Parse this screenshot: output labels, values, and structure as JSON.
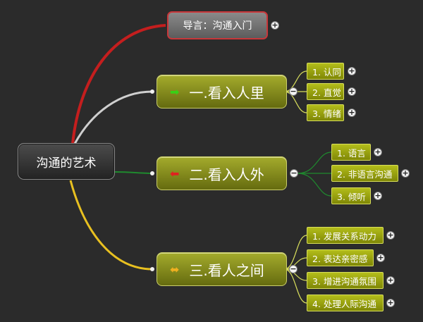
{
  "root": {
    "label": "沟通的艺术"
  },
  "intro": {
    "label": "导言：沟通入门",
    "toggle": "+"
  },
  "branches": [
    {
      "label": "一.看入人里",
      "arrow": "➡",
      "arrow_color": "#38d016",
      "line_color": "#cfcfcf",
      "toggle": "−",
      "children": [
        {
          "label": "1. 认同",
          "toggle": "+"
        },
        {
          "label": "2. 直觉",
          "toggle": "+"
        },
        {
          "label": "3. 情绪",
          "toggle": "+"
        }
      ]
    },
    {
      "label": "二.看入人外",
      "arrow": "⬅",
      "arrow_color": "#e02020",
      "line_color": "#1f8a2e",
      "toggle": "−",
      "children": [
        {
          "label": "1. 语言",
          "toggle": "+"
        },
        {
          "label": "2. 非语言沟通",
          "toggle": "+"
        },
        {
          "label": "3. 倾听",
          "toggle": "+"
        }
      ]
    },
    {
      "label": "三.看人之间",
      "arrow": "⬌",
      "arrow_color": "#f0b020",
      "line_color": "#e8c020",
      "toggle": "−",
      "children": [
        {
          "label": "1. 发展关系动力",
          "toggle": "+"
        },
        {
          "label": "2. 表达亲密感",
          "toggle": "+"
        },
        {
          "label": "3. 增进沟通氛围",
          "toggle": "+"
        },
        {
          "label": "4. 处理人际沟通",
          "toggle": "+"
        }
      ]
    }
  ],
  "colors": {
    "background": "#2b2b2b",
    "intro_line": "#c41e1e",
    "leaf_fill": "#9aa210",
    "branch_fill": "#8a9020"
  }
}
